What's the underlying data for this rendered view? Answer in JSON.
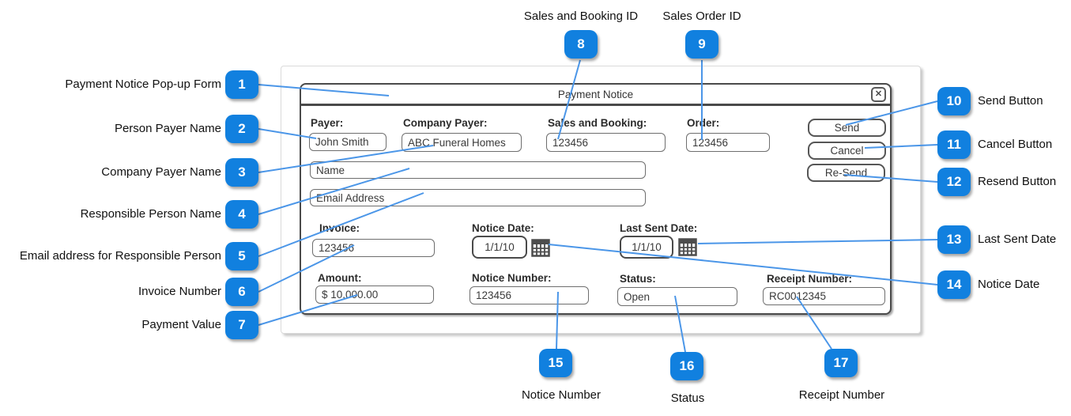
{
  "dialog": {
    "title": "Payment Notice",
    "fields": {
      "payer": {
        "label": "Payer:",
        "value": "John Smith"
      },
      "company_payer": {
        "label": "Company Payer:",
        "value": "ABC Funeral Homes"
      },
      "sales_booking": {
        "label": "Sales and Booking:",
        "value": "123456"
      },
      "order": {
        "label": "Order:",
        "value": "123456"
      },
      "name": {
        "value": "Name"
      },
      "email": {
        "value": "Email Address"
      },
      "invoice": {
        "label": "Invoice:",
        "value": "123456"
      },
      "notice_date": {
        "label": "Notice Date:",
        "value": "1/1/10"
      },
      "last_sent_date": {
        "label": "Last Sent Date:",
        "value": "1/1/10"
      },
      "amount": {
        "label": "Amount:",
        "value": "$ 10,000.00"
      },
      "notice_number": {
        "label": "Notice Number:",
        "value": "123456"
      },
      "status": {
        "label": "Status:",
        "value": "Open"
      },
      "receipt_number": {
        "label": "Receipt Number:",
        "value": "RC0012345"
      }
    },
    "buttons": {
      "send": "Send",
      "cancel": "Cancel",
      "resend": "Re-Send"
    }
  },
  "icons": {
    "close": "✕",
    "calendar": "calendar-grid"
  },
  "callouts": [
    {
      "num": "1",
      "label": "Payment Notice Pop-up Form"
    },
    {
      "num": "2",
      "label": "Person Payer Name"
    },
    {
      "num": "3",
      "label": "Company Payer Name"
    },
    {
      "num": "4",
      "label": "Responsible Person Name"
    },
    {
      "num": "5",
      "label": "Email address for Responsible Person"
    },
    {
      "num": "6",
      "label": "Invoice Number"
    },
    {
      "num": "7",
      "label": "Payment Value"
    },
    {
      "num": "8",
      "label": "Sales and Booking ID"
    },
    {
      "num": "9",
      "label": "Sales Order ID"
    },
    {
      "num": "10",
      "label": "Send Button"
    },
    {
      "num": "11",
      "label": "Cancel Button"
    },
    {
      "num": "12",
      "label": "Resend Button"
    },
    {
      "num": "13",
      "label": "Last Sent Date"
    },
    {
      "num": "14",
      "label": "Notice Date"
    },
    {
      "num": "15",
      "label": "Notice Number"
    },
    {
      "num": "16",
      "label": "Status"
    },
    {
      "num": "17",
      "label": "Receipt Number"
    }
  ],
  "colors": {
    "badge_blue": "#1180df",
    "line_blue": "#4b96e8",
    "wire_border": "#4a4a4a"
  }
}
